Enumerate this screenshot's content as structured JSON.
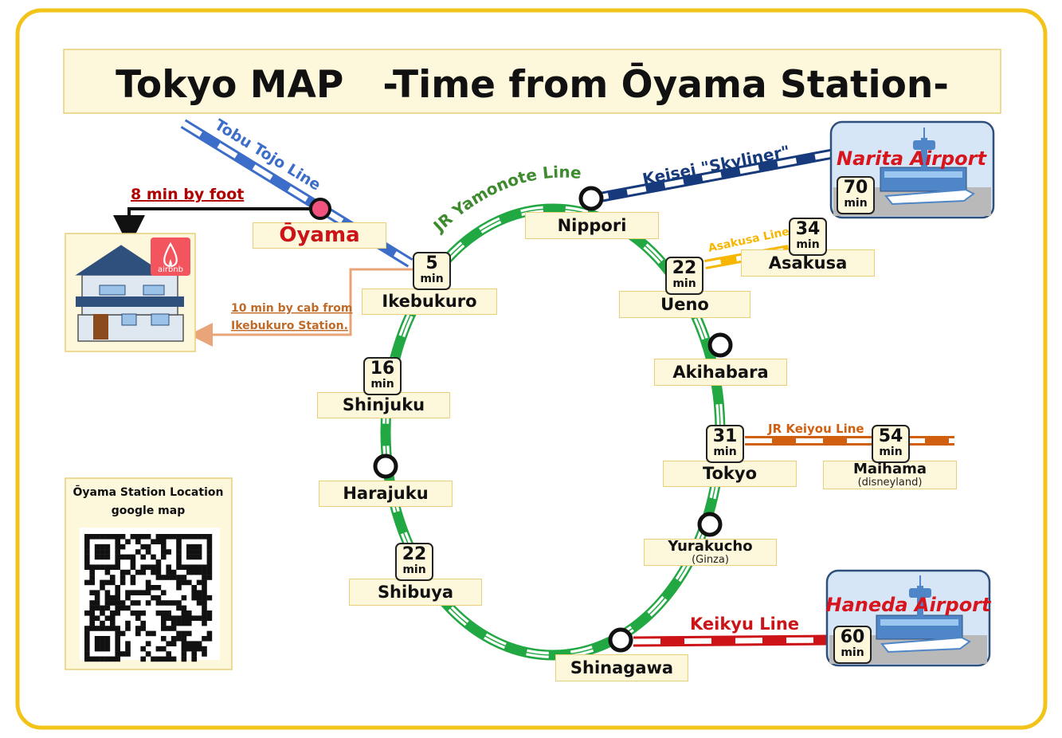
{
  "title": "Tokyo MAP   -Time from Ōyama Station-",
  "colors": {
    "frame": "#f2c318",
    "label_fill": "#fdf7dc",
    "yamanote": "#22a842",
    "tobu": "#3c6dc8",
    "keisei": "#173a7c",
    "asakusa": "#f7b600",
    "keiyo": "#d05f10",
    "keikyu": "#cc1418",
    "airport_text": "#d8141c"
  },
  "lines": {
    "tobu": "Tobu Tojo Line",
    "yamanote": "JR Yamonote Line",
    "keisei": "Keisei \"Skyliner\"",
    "asakusa": "Asakusa Line",
    "keiyo": "JR Keiyou Line",
    "keikyu": "Keikyu Line"
  },
  "walk_label": "8 min by foot",
  "cab_label_1": "10 min by cab from",
  "cab_label_2": "Ikebukuro Station.",
  "airbnb_brand": "airbnb",
  "stations": {
    "oyama": "Ōyama",
    "ikebukuro": "Ikebukuro",
    "shinjuku": "Shinjuku",
    "harajuku": "Harajuku",
    "shibuya": "Shibuya",
    "shinagawa": "Shinagawa",
    "yurakucho": "Yurakucho",
    "yurakucho_sub": "(Ginza)",
    "tokyo": "Tokyo",
    "akihabara": "Akihabara",
    "ueno": "Ueno",
    "nippori": "Nippori",
    "asakusa": "Asakusa",
    "maihama": "Maihama",
    "maihama_sub": "(disneyland)"
  },
  "airports": {
    "narita": "Narita Airport",
    "haneda": "Haneda Airport"
  },
  "times": {
    "ikebukuro": "5",
    "shinjuku": "16",
    "shibuya": "22",
    "ueno": "22",
    "asakusa": "34",
    "tokyo": "31",
    "maihama": "54",
    "narita": "70",
    "haneda": "60"
  },
  "unit": "min",
  "qr": {
    "title": "Ōyama Station Location",
    "subtitle": "google map"
  }
}
